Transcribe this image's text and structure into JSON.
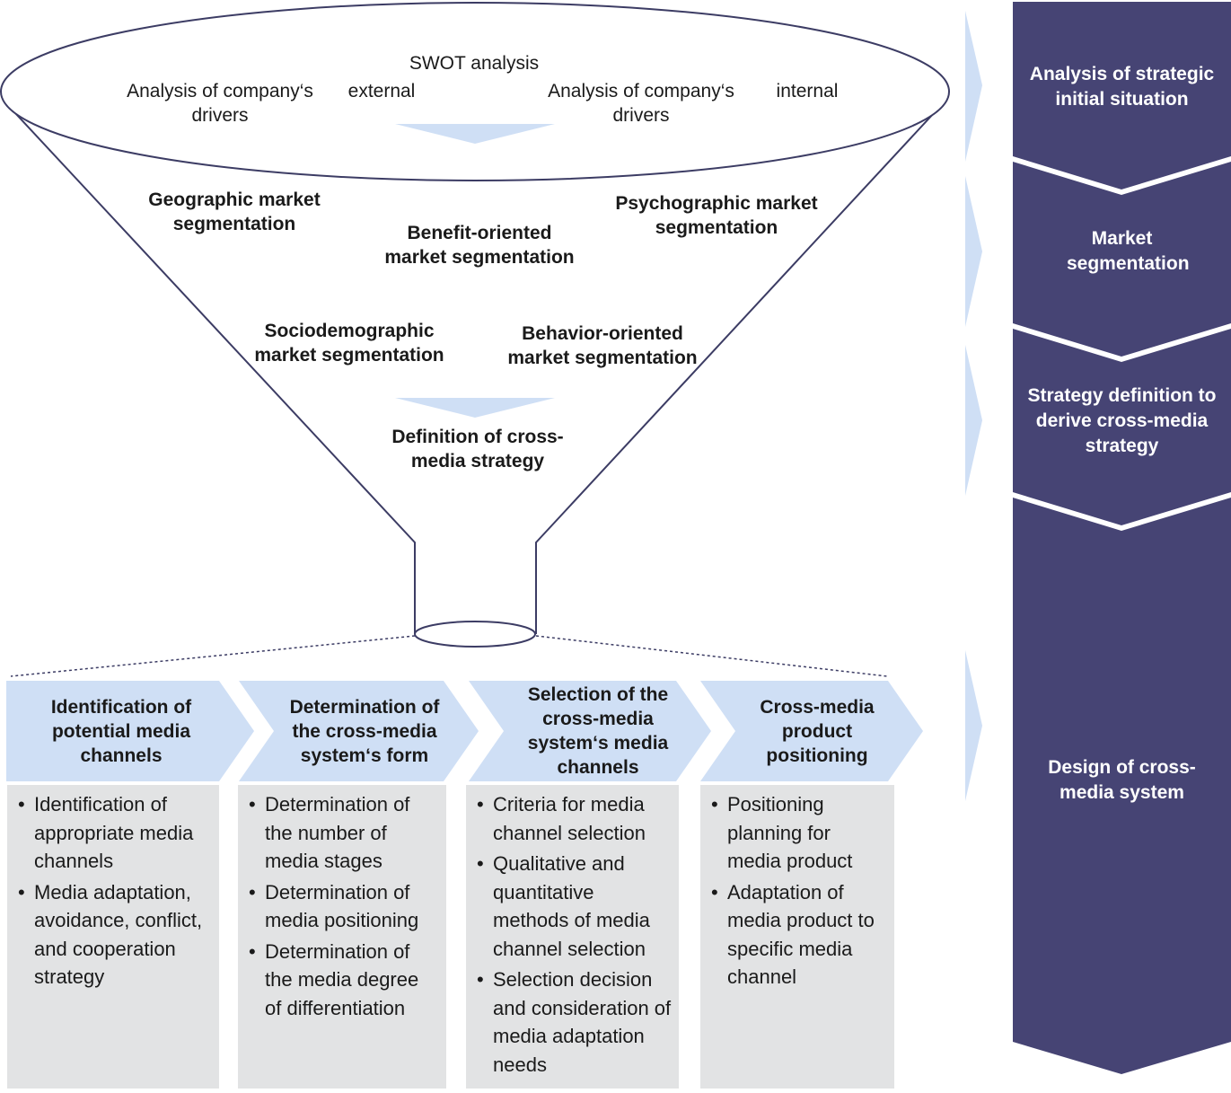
{
  "colors": {
    "navy": "#464474",
    "light_blue": "#cfdff5",
    "grey_box": "#e2e3e4",
    "line": "#3c3c64"
  },
  "funnel": {
    "swot_title": "SWOT analysis",
    "external_drivers": "Analysis of company‘s drivers",
    "external_label": "external",
    "internal_drivers": "Analysis of company‘s drivers",
    "internal_label": "internal",
    "segments": {
      "geographic": "Geographic market segmentation",
      "psychographic": "Psychographic market segmentation",
      "benefit": "Benefit-oriented market segmentation",
      "sociodemographic": "Sociodemographic market segmentation",
      "behavior": "Behavior-oriented market segmentation"
    },
    "strategy": "Definition of cross-media strategy"
  },
  "stages": [
    "Analysis of strategic initial situation",
    "Market segmentation",
    "Strategy definition to derive cross-media strategy",
    "Design of cross-media system"
  ],
  "steps": [
    {
      "title": "Identification of potential media channels",
      "items": [
        "Identification of appropriate media channels",
        "Media adaptation, avoidance, conflict, and cooperation strategy"
      ]
    },
    {
      "title": "Determination of the cross-media system‘s form",
      "items": [
        "Determination of the number of media stages",
        "Determination of media positioning",
        "Determination of the media degree of differentiation"
      ]
    },
    {
      "title": "Selection of the cross-media system‘s media channels",
      "items": [
        "Criteria for media channel selection",
        "Qualitative and quantitative methods of  media channel selection",
        "Selection decision and consideration of media adaptation needs"
      ]
    },
    {
      "title": "Cross-media product positioning",
      "items": [
        "Positioning planning for media product",
        "Adaptation of media product to specific media channel"
      ]
    }
  ]
}
